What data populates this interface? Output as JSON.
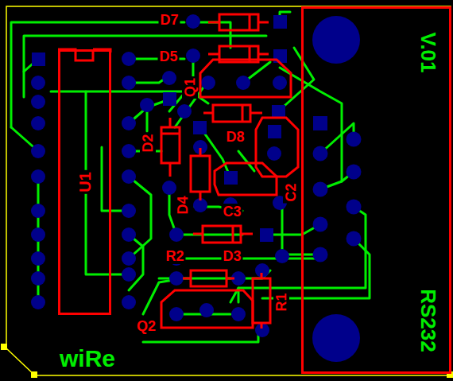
{
  "diagram": {
    "nodes": [
      {
        "text": [
          "U1"
        ]
      },
      {
        "text": [
          "V.01",
          "RS232"
        ]
      }
    ],
    "labels": [
      "D7",
      "D5",
      "Q1",
      "D8",
      "D2",
      "D4",
      "C3",
      "C2",
      "R2",
      "D3",
      "R1",
      "Q2",
      "wiRe"
    ]
  }
}
